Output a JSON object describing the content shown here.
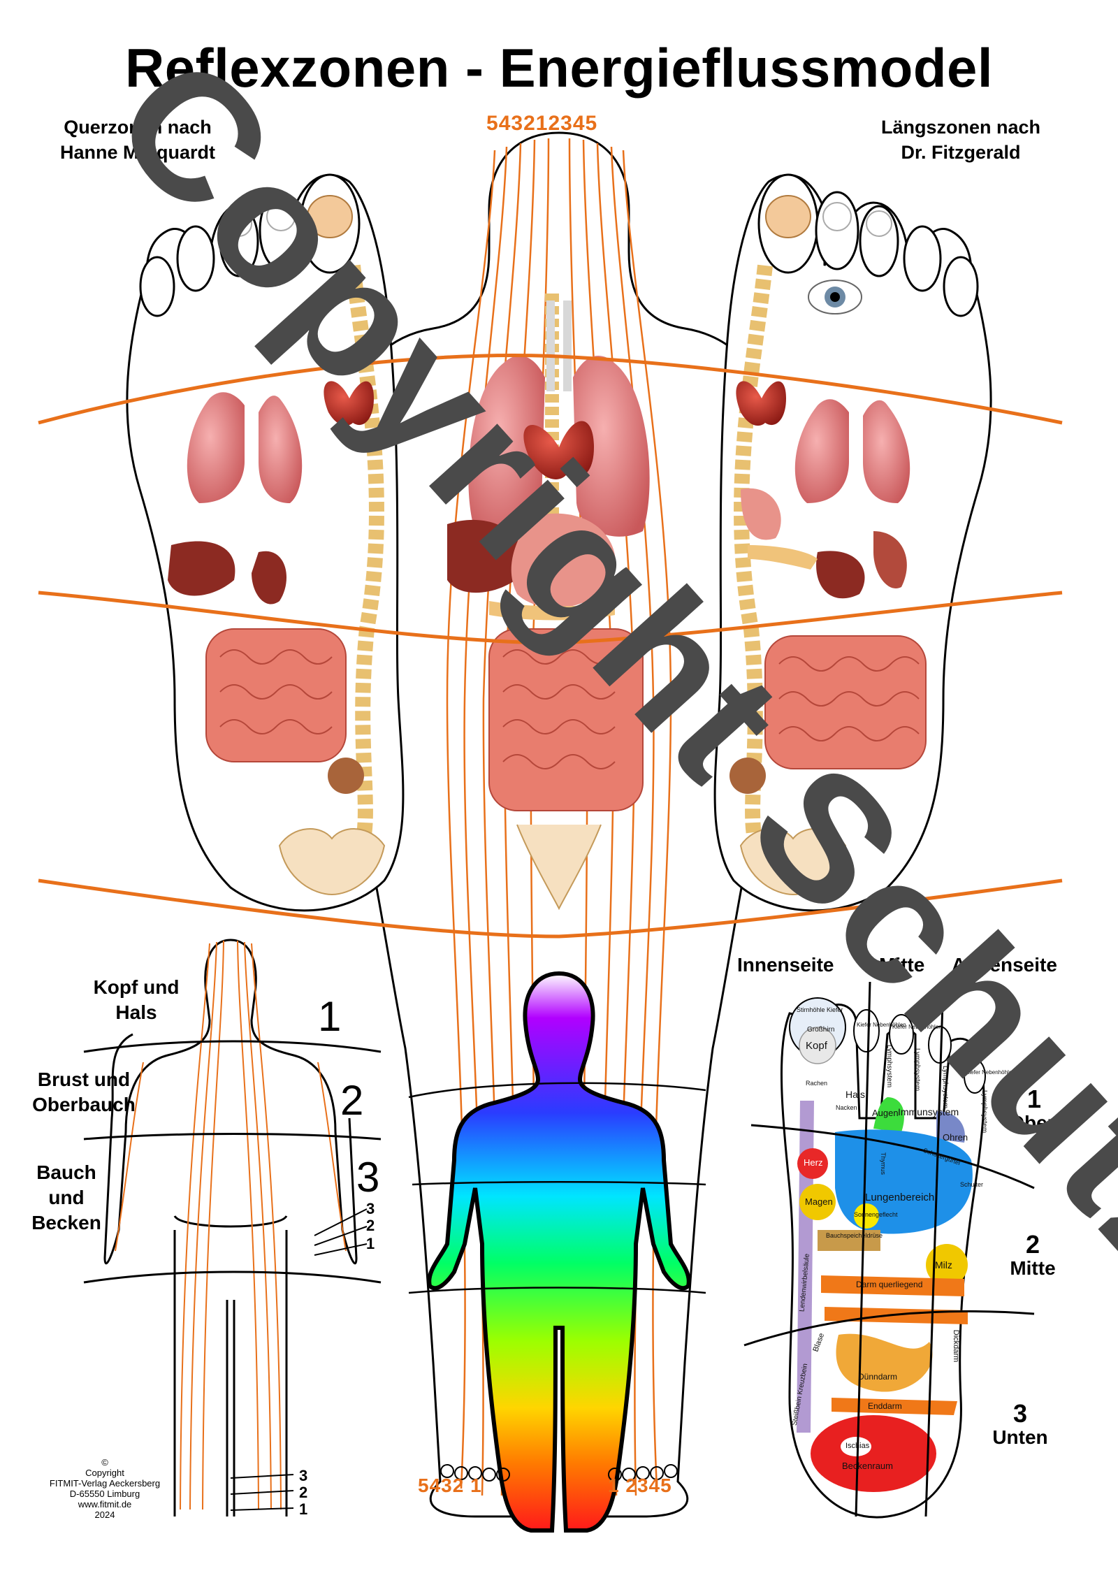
{
  "title": "Reflexzonen - Energieflussmodel",
  "heading_left": "Querzonen nach\nHanne Marquardt",
  "heading_right": "Längszonen nach\nDr. Fitzgerald",
  "fitzgerald_top": [
    "5",
    "4",
    "3",
    "2",
    "1",
    "2",
    "3",
    "4",
    "5"
  ],
  "fitzgerald_bottom_left": [
    "5",
    "4",
    "3",
    "2",
    "1"
  ],
  "fitzgerald_bottom_right": [
    "1",
    "2",
    "3",
    "4",
    "5"
  ],
  "body_zones": [
    {
      "label": "Kopf und\nHals",
      "number": "1"
    },
    {
      "label": "Brust und\nOberbauch",
      "number": "2"
    },
    {
      "label": "Bauch\nund\nBecken",
      "number": "3"
    }
  ],
  "hand_zone_numbers": [
    "3",
    "2",
    "1"
  ],
  "foot_zone_numbers": [
    "3",
    "2",
    "1"
  ],
  "foot_map_headers": [
    "Innenseite",
    "Mitte",
    "Außenseite"
  ],
  "foot_map_zones": [
    {
      "number": "1",
      "label": "Oben"
    },
    {
      "number": "2",
      "label": "Mitte"
    },
    {
      "number": "3",
      "label": "Unten"
    }
  ],
  "foot_map_organs": [
    "Stirnhöhle Kiefer",
    "Großhirn",
    "Kopf",
    "Kiefer Nebenhöhlen",
    "Kiefer Nebenhöhlen",
    "Kiefer Nebenhöhlen",
    "Lymphsystem",
    "Lymphsystem",
    "Lymphsystem",
    "Lymphsystem",
    "Hals",
    "Nacken",
    "Rachen",
    "Augen",
    "Immunsystem",
    "Ohren",
    "Herz",
    "Thymus",
    "Magen",
    "Lungenbereich",
    "Schultergürtel",
    "Schulter",
    "Bauchspeicheldrüse",
    "Sonnengeflecht",
    "Milz",
    "Darm querliegend",
    "Dickdarm",
    "Dünndarm",
    "Enddarm",
    "Blase",
    "Steißbein Kreuzbein",
    "Lendenwirbelsäule",
    "Ischias",
    "Beckenraum"
  ],
  "copyright": "©\nCopyright\nFITMIT-Verlag Aeckersberg\nD-65550 Limburg\nwww.fitmit.de\n2024",
  "watermark": "Copyright Schutz",
  "colors": {
    "meridian": "#e8701a",
    "zone_line": "#e8701a",
    "body_gradient": [
      "#b100ff",
      "#2a3cff",
      "#00e5ff",
      "#00ff55",
      "#9cff00",
      "#ffd500",
      "#ff7a00",
      "#ff1a1a"
    ],
    "watermark": "#4a4a4a"
  }
}
